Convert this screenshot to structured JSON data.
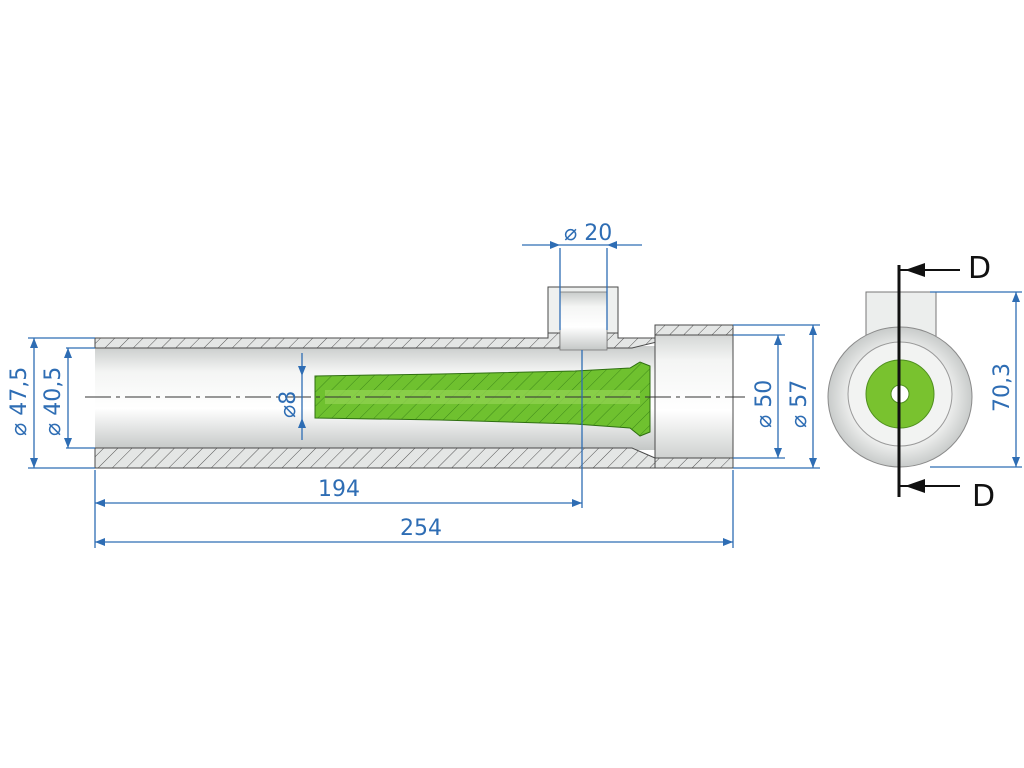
{
  "drawing": {
    "colors": {
      "dimension": "#2e6db4",
      "part_fill": "#e9ebea",
      "wall_shade": "#cfd2d0",
      "insert_green": "#6fc12f",
      "insert_dark": "#3f8a1a",
      "outline": "#4a4a4a",
      "section_line": "#111111"
    },
    "dimensions": {
      "port_diameter": "20",
      "outer_diameter_left": "47,5",
      "inner_diameter_left": "40,5",
      "rod_diameter": "8",
      "cap_inner_diameter": "50",
      "cap_outer_diameter": "57",
      "port_position_length": "194",
      "overall_length": "254",
      "end_view_height": "70,3"
    },
    "diameter_symbol": "⌀",
    "section_label_top": "D",
    "section_label_bottom": "D"
  }
}
